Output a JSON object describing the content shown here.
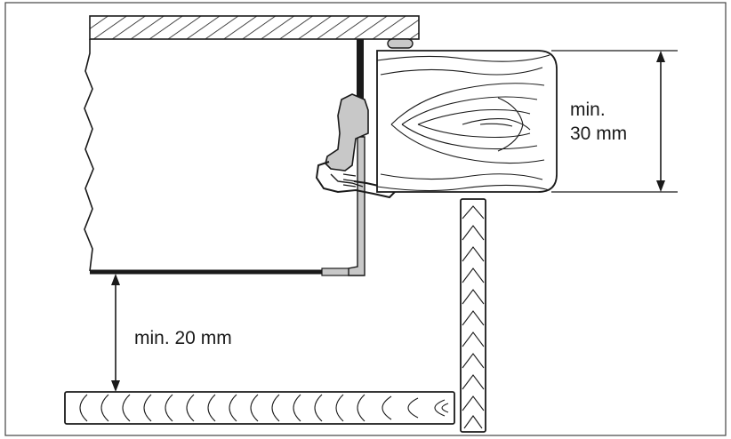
{
  "labels": {
    "top_dimension_line1": "min.",
    "top_dimension_line2": "30 mm",
    "bottom_dimension": "min. 20 mm"
  },
  "colors": {
    "line": "#1a1a1a",
    "grey_part": "#c8c8c8",
    "frame": "#444444",
    "background": "#ffffff"
  }
}
